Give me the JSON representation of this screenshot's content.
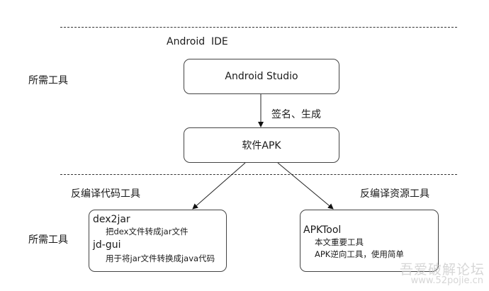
{
  "top_section": {
    "header": "Android  IDE",
    "side_label": "所需工具",
    "ide_box": "Android Studio",
    "edge_label": "签名、生成",
    "apk_box": "软件APK"
  },
  "bottom_section": {
    "side_label": "所需工具",
    "left_header": "反编译代码工具",
    "right_header": "反编译资源工具",
    "left_box": {
      "tools": [
        {
          "name": "dex2jar",
          "desc": "把dex文件转成jar文件"
        },
        {
          "name": "jd-gui",
          "desc": "用于将jar文件转换成java代码"
        }
      ]
    },
    "right_box": {
      "tools": [
        {
          "name": "APKTool",
          "desc": [
            "本文重要工具",
            "APK逆向工具，使用简单"
          ]
        }
      ]
    }
  },
  "watermark": {
    "line1": "吾爱破解论坛",
    "line2": "www.52pojie.cn"
  }
}
